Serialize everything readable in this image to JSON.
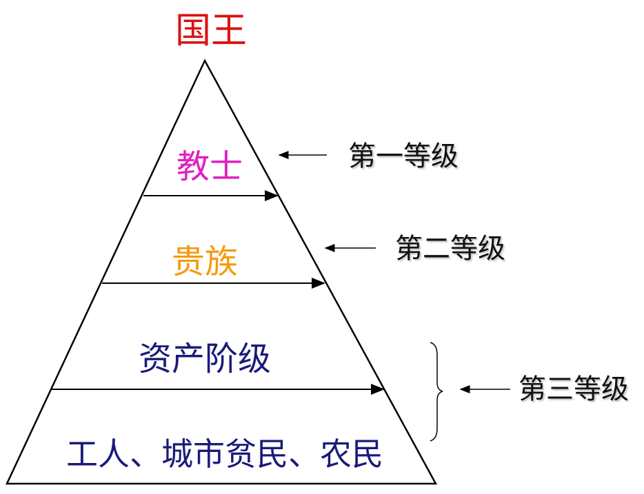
{
  "apex": {
    "label": "国王",
    "color": "#dd1111"
  },
  "tiers": [
    {
      "label": "教士",
      "color": "#e020c0"
    },
    {
      "label": "贵族",
      "color": "#f59a10"
    },
    {
      "label": "资产阶级",
      "color": "#1a1a7a"
    },
    {
      "label": "工人、城市贫民、农民",
      "color": "#1a1a7a"
    }
  ],
  "estates": [
    {
      "label": "第一等级"
    },
    {
      "label": "第二等级"
    },
    {
      "label": "第三等级"
    }
  ]
}
